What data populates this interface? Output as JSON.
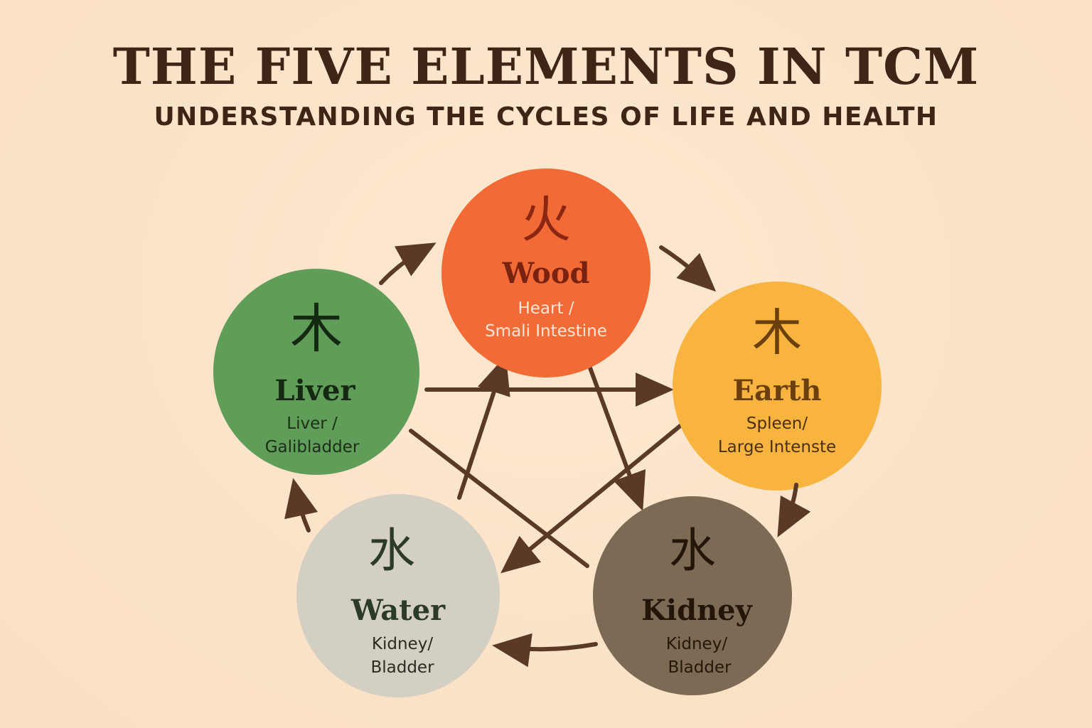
{
  "title": "THE FIVE ELEMENTS IN TCM",
  "subtitle": "UNDERSTANDING THE CYCLES OF LIFE AND HEALTH",
  "elements": [
    {
      "id": "fire",
      "glyph": "火",
      "name": "Wood",
      "organ_line1": "Heart /",
      "organ_line2": "Smali Intestine",
      "color": "#f26a35",
      "glyph_color": "#8a2612",
      "name_color": "#7a2210",
      "organ_color": "#ffe6d6"
    },
    {
      "id": "earth",
      "glyph": "木",
      "name": "Earth",
      "organ_line1": "Spleen/",
      "organ_line2": "Large Intenste",
      "color": "#f8b43e",
      "glyph_color": "#6b3f0e",
      "name_color": "#6b3f0e",
      "organ_color": "#4a2f12"
    },
    {
      "id": "metal",
      "glyph": "水",
      "name": "Kidney",
      "organ_line1": "Kidney/",
      "organ_line2": "Bladder",
      "color": "#7d6a54",
      "glyph_color": "#231608",
      "name_color": "#231608",
      "organ_color": "#241708"
    },
    {
      "id": "water",
      "glyph": "水",
      "name": "Water",
      "organ_line1": "Kidney/",
      "organ_line2": "Bladder",
      "color": "#d3cfc3",
      "glyph_color": "#2c3a2a",
      "name_color": "#2c3a2a",
      "organ_color": "#2e2a24"
    },
    {
      "id": "wood",
      "glyph": "木",
      "name": "Liver",
      "organ_line1": "Liver /",
      "organ_line2": "Galibladder",
      "color": "#5f9d59",
      "glyph_color": "#142812",
      "name_color": "#142812",
      "organ_color": "#1b2e18"
    }
  ],
  "arrow_color": "#5a3a26"
}
